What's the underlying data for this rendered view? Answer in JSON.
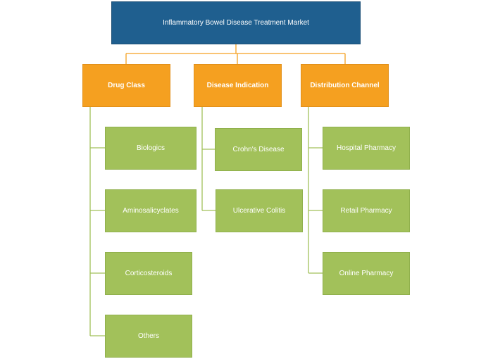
{
  "root": {
    "label": "Inflammatory Bowel Disease Treatment Market"
  },
  "categories": [
    {
      "label": "Drug Class",
      "items": [
        "Biologics",
        "Aminosalicyclates",
        "Corticosteroids",
        "Others"
      ]
    },
    {
      "label": "Disease Indication",
      "items": [
        "Crohn's Disease",
        "Ulcerative Colitis"
      ]
    },
    {
      "label": "Distribution Channel",
      "items": [
        "Hospital Pharmacy",
        "Retail Pharmacy",
        "Online Pharmacy"
      ]
    }
  ],
  "colors": {
    "root": "#1f5f8f",
    "category": "#f5a020",
    "leaf": "#a2c15a",
    "connector_top": "#f5a020",
    "connector_leaf": "#a2c15a"
  }
}
